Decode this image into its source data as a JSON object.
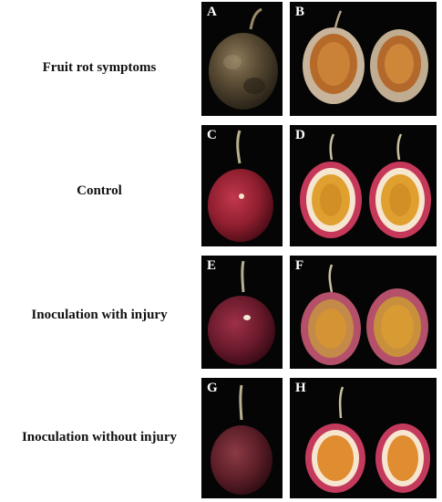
{
  "rows": [
    {
      "label": "Fruit rot symptoms",
      "left_letter": "A",
      "right_letter": "B"
    },
    {
      "label": "Control",
      "left_letter": "C",
      "right_letter": "D"
    },
    {
      "label": "Inoculation with injury",
      "left_letter": "E",
      "right_letter": "F"
    },
    {
      "label": "Inoculation without injury",
      "left_letter": "G",
      "right_letter": "H"
    }
  ]
}
